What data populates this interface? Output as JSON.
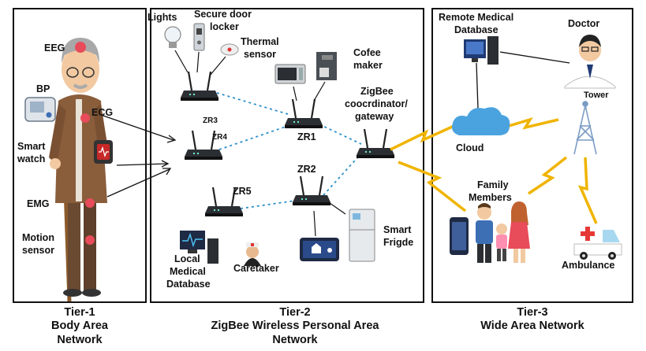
{
  "tiers": [
    {
      "caption": [
        "Tier-1",
        "Body Area",
        "Network"
      ]
    },
    {
      "caption": [
        "Tier-2",
        "ZigBee Wireless Personal Area",
        "Network"
      ]
    },
    {
      "caption": [
        "Tier-3",
        "Wide Area Network"
      ]
    }
  ],
  "tier1": {
    "sensors": {
      "eeg": "EEG",
      "bp": "BP",
      "ecg": "ECG",
      "smartwatch": [
        "Smart",
        "watch"
      ],
      "emg": "EMG",
      "motion": [
        "Motion",
        "sensor"
      ]
    }
  },
  "tier2": {
    "devices": {
      "lights": "Lights",
      "door": [
        "Secure door",
        "locker"
      ],
      "thermal": [
        "Thermal",
        "sensor"
      ],
      "coffee": [
        "Cofee",
        "maker"
      ],
      "coordinator": [
        "ZigBee",
        "coocrdinator/",
        "gateway"
      ],
      "fridge": [
        "Smart",
        "Frigde"
      ],
      "local_db": [
        "Local",
        "Medical",
        "Database"
      ],
      "caretaker": "Caretaker"
    },
    "routers": {
      "zr1": "ZR1",
      "zr2": "ZR2",
      "zr3": "ZR3",
      "zr4": "ZR4",
      "zr5": "ZR5"
    }
  },
  "tier3": {
    "remote_db": [
      "Remote Medical",
      "Database"
    ],
    "doctor": "Doctor",
    "tower": "Tower",
    "cloud": "Cloud",
    "family": [
      "Family",
      "Members"
    ],
    "ambulance": "Ambulance"
  },
  "colors": {
    "border": "#111111",
    "dotted_link": "#2a8fc9",
    "wireless_bolt": "#f0b400",
    "sensor_dot": "#e84b5a",
    "cloud": "#4aa3df",
    "tower": "#7a9cc4"
  }
}
